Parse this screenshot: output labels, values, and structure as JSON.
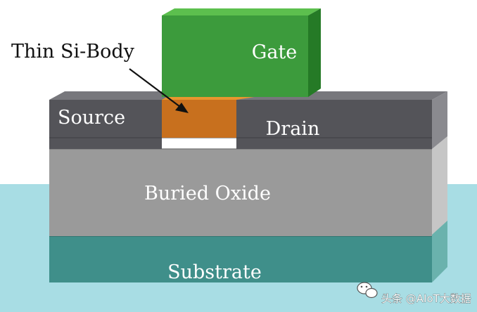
{
  "labels": {
    "gate": "Gate",
    "thin_si_body": "Thin Si-Body",
    "source": "Source",
    "drain": "Drain",
    "buried_oxide": "Buried Oxide",
    "substrate": "Substrate"
  },
  "watermark": {
    "text": "头条 @AIoT大数据"
  },
  "colors": {
    "gate_front": "#3c9b3c",
    "gate_top": "#5cbf4e",
    "gate_side": "#257a26",
    "si_body": "#c8701e",
    "si_body_top": "#e7962f",
    "source_drain_front": "#545459",
    "source_drain_top": "#77777c",
    "oxide_front": "#9a9a9a",
    "oxide_side": "#c6c6c6",
    "substrate_front": "#3f8f8a",
    "substrate_side": "#6ab2ad",
    "grid_floor": "#a8dde4"
  },
  "icons": {
    "watermark_logo": "wechat-logo-icon"
  }
}
